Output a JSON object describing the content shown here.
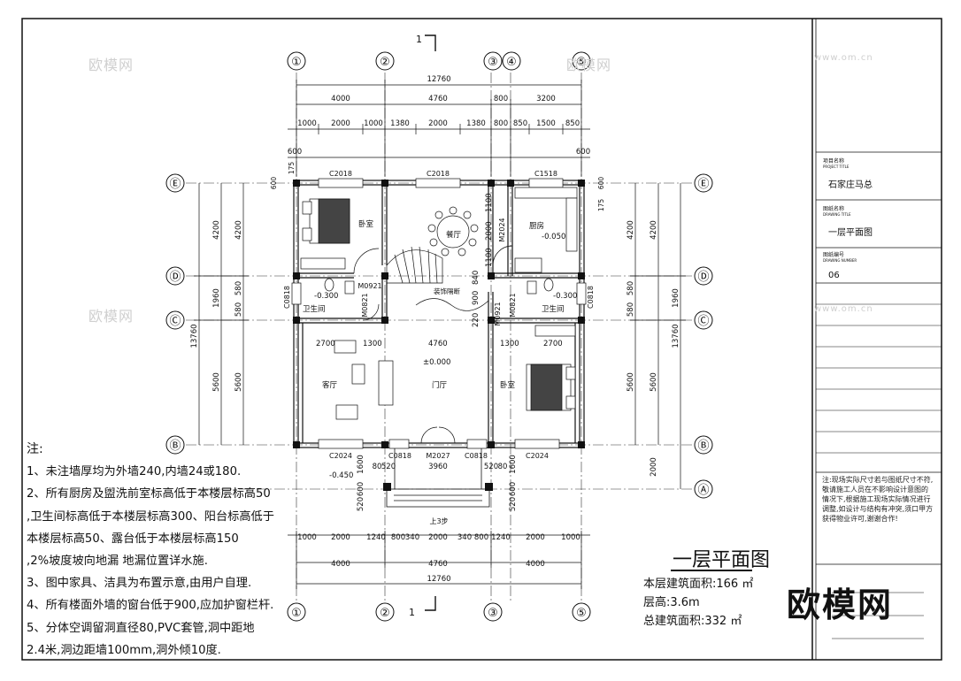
{
  "drawing": {
    "title": "一层平面图",
    "north_marker_top": "1",
    "north_marker_bottom": "1",
    "section_label": "上3步"
  },
  "axes": {
    "columns": [
      "①",
      "②",
      "③",
      "④",
      "⑤"
    ],
    "rows": [
      "Ⓔ",
      "Ⓓ",
      "Ⓒ",
      "Ⓑ",
      "Ⓐ"
    ]
  },
  "dims_top": {
    "total": "12760",
    "bays": [
      "4000",
      "4760",
      "800",
      "3200"
    ],
    "detail": [
      "1000",
      "2000",
      "1000",
      "1380",
      "2000",
      "1380",
      "800",
      "850",
      "1500",
      "850"
    ],
    "side": [
      "600",
      "600",
      "175",
      "600",
      "175",
      "600"
    ]
  },
  "dims_bottom": {
    "detail": [
      "1000",
      "2000",
      "1240",
      "800",
      "340",
      "2000",
      "340",
      "800",
      "1240",
      "2000",
      "1000"
    ],
    "bays": [
      "4000",
      "4760",
      "4000"
    ],
    "total": "12760",
    "porch": [
      "80",
      "520",
      "3960",
      "520",
      "80"
    ],
    "porch_v": [
      "1600",
      "600",
      "520",
      "1600",
      "600",
      "520"
    ]
  },
  "dims_side": {
    "left": [
      "4200",
      "4200",
      "1960",
      "580",
      "580",
      "5600",
      "5600",
      "13760"
    ],
    "right": [
      "4200",
      "4200",
      "1960",
      "580",
      "580",
      "5600",
      "5600",
      "13760",
      "2000"
    ]
  },
  "openings": {
    "windows": [
      "C2018",
      "C2018",
      "C1518",
      "C0818",
      "C0818",
      "C2024",
      "C0818",
      "C0818",
      "C2024"
    ],
    "doors": [
      "M0921",
      "M0821",
      "M2024",
      "M0921",
      "M0821",
      "M2027"
    ]
  },
  "rooms": {
    "bedroom1": "卧室",
    "dining": "餐厅",
    "kitchen": "厨房",
    "bath1": "卫生间",
    "bath2": "卫生间",
    "living": "客厅",
    "hall": "门厅",
    "bedroom2": "卧室",
    "partition": "装饰隔断",
    "dim_2700a": "2700",
    "dim_1300a": "1300",
    "dim_4760": "4760",
    "dim_1300b": "1300",
    "dim_2700b": "2700",
    "dim_1100": "1100",
    "dim_2000": "2000",
    "dim_1100b": "1100",
    "dim_840": "840",
    "dim_900": "900",
    "dim_220": "220"
  },
  "levels": {
    "kitchen": "-0.050",
    "bath1": "-0.300",
    "bath2": "-0.300",
    "hall": "±0.000",
    "porch": "-0.450"
  },
  "notes": {
    "heading": "注:",
    "lines": [
      "1、未注墙厚均为外墙240,内墙24或180.",
      "2、所有厨房及盥洗前室标高低于本楼层标高50",
      ",卫生间标高低于本楼层标高300、阳台标高低于",
      "本楼层标高50、露台低于本楼层标高150",
      ",2%坡度坡向地漏 地漏位置详水施.",
      "3、图中家具、洁具为布置示意,由用户自理.",
      "4、所有楼面外墙的窗台低于900,应加护窗栏杆.",
      "5、分体空调留洞直径80,PVC套管,洞中距地",
      "2.4米,洞边距墙100mm,洞外倾10度."
    ]
  },
  "summary": {
    "floor_area": "本层建筑面积:166 ㎡",
    "floor_height": "层高:3.6m",
    "total_area": "总建筑面积:332 ㎡"
  },
  "title_block": {
    "project_label": "项目名称",
    "project_label_en": "PROJECT TITLE",
    "project_value": "石家庄马总",
    "drawing_label": "图纸名称",
    "drawing_label_en": "DRAWING TITLE",
    "drawing_value": "一层平面图",
    "number_label": "图纸编号",
    "number_label_en": "DRAWING NUMBER",
    "number_value": "06",
    "note": "注:现场实际尺寸若与图纸尺寸不符,敬请施工人员在不影响设计意图的情况下,根据施工现场实际情况进行调整,如设计与结构有冲突,须口甲方获得物业许可,谢谢合作!"
  },
  "logo": "欧模网",
  "watermark": "欧模网",
  "watermark_url": "www.om.cn"
}
